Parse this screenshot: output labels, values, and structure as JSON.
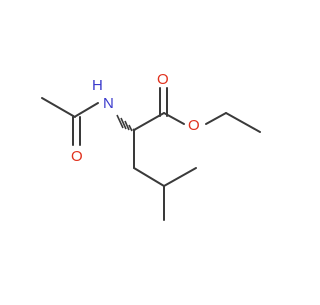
{
  "molecule": {
    "atoms": {
      "n": "N",
      "h": "H",
      "o_carbonyl_ester": "O",
      "o_ether": "O",
      "o_amide": "O"
    },
    "colors": {
      "bond": "#3a3a3a",
      "nitrogen": "#3b3bcc",
      "oxygen": "#e0321e"
    }
  }
}
